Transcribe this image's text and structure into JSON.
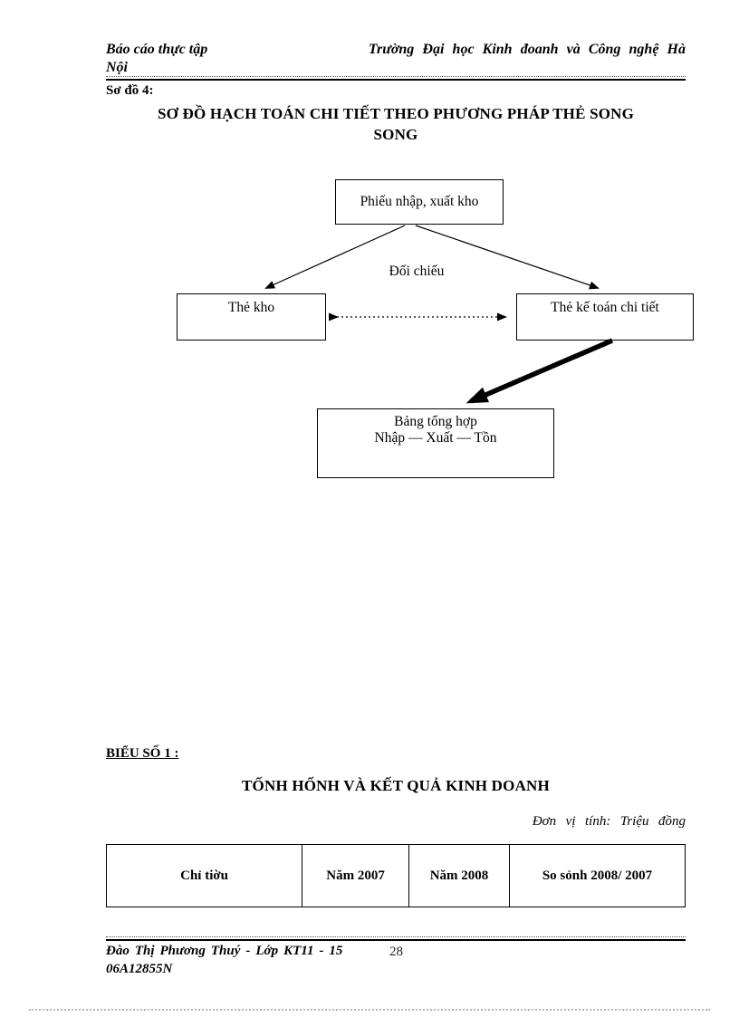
{
  "header": {
    "left": "Báo cáo thực tập",
    "right": "Trường Đại học Kinh đoanh và Công nghệ Hà",
    "left_line2": "Nội"
  },
  "body": {
    "schema_label": "Sơ đồ 4:",
    "diagram_title_line1": "SƠ ĐỒ HẠCH TOÁN CHI TIẾT THEO PHƯƠNG PHÁP THẺ SONG",
    "diagram_title_line2": "SONG"
  },
  "diagram": {
    "top_box": "Phiếu nhập, xuất kho",
    "compare_label": "Đối chiếu",
    "left_box": "Thẻ kho",
    "right_box": "Thẻ kế toán chi tiết",
    "bottom_box_line1": "Bảng tổng hợp",
    "bottom_box_line2": "Nhập — Xuất — Tồn"
  },
  "section": {
    "label": "BIỂU SỐ 1 :",
    "table_title": "TỐNH HỐNH VÀ KẾT QUẢ KINH DOANH",
    "unit_note": "Đơn vị tính: Triệu đồng"
  },
  "table": {
    "headers": [
      "Chỉ tiờu",
      "Năm 2007",
      "Năm 2008",
      "So sỏnh 2008/ 2007"
    ]
  },
  "footer": {
    "line1": "Đào Thị Phương Thuý - Lớp KT11 - 15",
    "page_number": "28",
    "line2": "06A12855N"
  },
  "colors": {
    "text": "#000000",
    "rule": "#000000",
    "bottom_dots": "#b5b5b5"
  }
}
